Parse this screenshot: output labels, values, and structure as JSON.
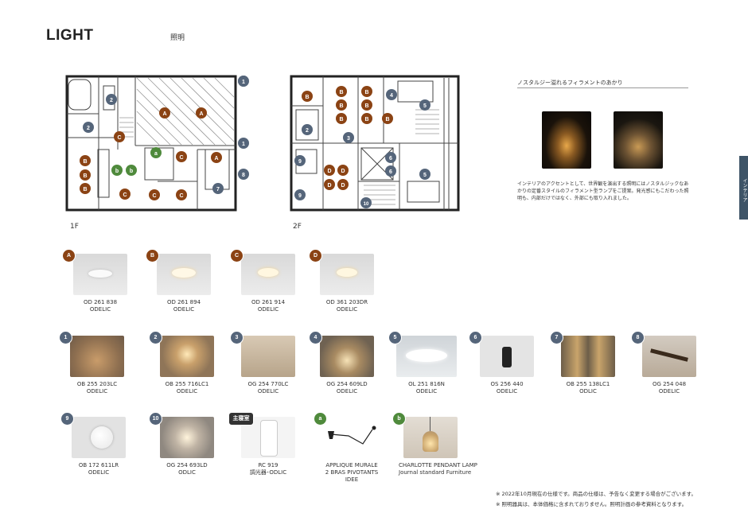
{
  "header": {
    "title": "LIGHT",
    "subtitle": "照明"
  },
  "sidetab": {
    "label": "インテリア"
  },
  "floors": {
    "first": "1F",
    "second": "2F"
  },
  "plan_markers": {
    "f1": [
      "1",
      "A",
      "A",
      "2",
      "2",
      "C",
      "1",
      "a",
      "C",
      "A",
      "B",
      "b",
      "b",
      "B",
      "B",
      "8",
      "7",
      "C",
      "C",
      "C"
    ],
    "f2": [
      "B",
      "B",
      "B",
      "B",
      "4",
      "B",
      "B",
      "5",
      "2",
      "B",
      "B",
      "3",
      "9",
      "D",
      "D",
      "6",
      "6",
      "5",
      "D",
      "D",
      "9",
      "10"
    ]
  },
  "intro": {
    "heading": "ノスタルジー溢れるフィラメントのあかり",
    "body": "インテリアのアクセントとして、世界観を演出する照明にはノスタルジックなあかりの定番スタイルのフィラメント型ランプをご提案。発光感にもこだわった照明も、内部だけではなく、外部にも取り入れました。"
  },
  "products": {
    "row1": [
      {
        "badge": "A",
        "code": "OD 261 838",
        "brand": "ODELIC"
      },
      {
        "badge": "B",
        "code": "OD 261 894",
        "brand": "ODELIC"
      },
      {
        "badge": "C",
        "code": "OD 261 914",
        "brand": "ODELIC"
      },
      {
        "badge": "D",
        "code": "OD 361 203DR",
        "brand": "ODELIC"
      }
    ],
    "row2": [
      {
        "badge": "1",
        "code": "OB 255 203LC",
        "brand": "ODELIC"
      },
      {
        "badge": "2",
        "code": "OB 255 716LC1",
        "brand": "ODELIC"
      },
      {
        "badge": "3",
        "code": "OG 254 770LC",
        "brand": "ODELIC"
      },
      {
        "badge": "4",
        "code": "OG 254 609LD",
        "brand": "ODELIC"
      },
      {
        "badge": "5",
        "code": "OL 251 816N",
        "brand": "ODELIC"
      },
      {
        "badge": "6",
        "code": "OS 256 440",
        "brand": "ODELIC"
      },
      {
        "badge": "7",
        "code": "OB 255 138LC1",
        "brand": "ODLIC"
      },
      {
        "badge": "8",
        "code": "OG 254 048",
        "brand": "ODELIC"
      }
    ],
    "row3": [
      {
        "badge": "9",
        "code": "OB 172 611LR",
        "brand": "ODELIC",
        "extra": ""
      },
      {
        "badge": "10",
        "code": "OG 254 693LD",
        "brand": "ODLIC",
        "extra": ""
      },
      {
        "badge": "主寝室",
        "code": "RC 919",
        "brand": "調光器･ODLIC",
        "extra": ""
      },
      {
        "badge": "a",
        "code": "APPLIQUE MURALE",
        "brand": "2 BRAS PIVOTANTS",
        "extra": "IDEE"
      },
      {
        "badge": "b",
        "code": "CHARLOTTE PENDANT LAMP",
        "brand": "Journal standard Furniture",
        "extra": ""
      }
    ]
  },
  "notes": [
    "※ 2022年10月現在の仕様です。商品の仕様は、予告なく変更する場合がございます。",
    "※ 照明器具は、本体価格に含まれておりません。照明計画の参考資料となります。"
  ],
  "colors": {
    "brown": "#8b4314",
    "slate": "#55657a",
    "green": "#4f8a3c",
    "tab": "#3e5467"
  }
}
